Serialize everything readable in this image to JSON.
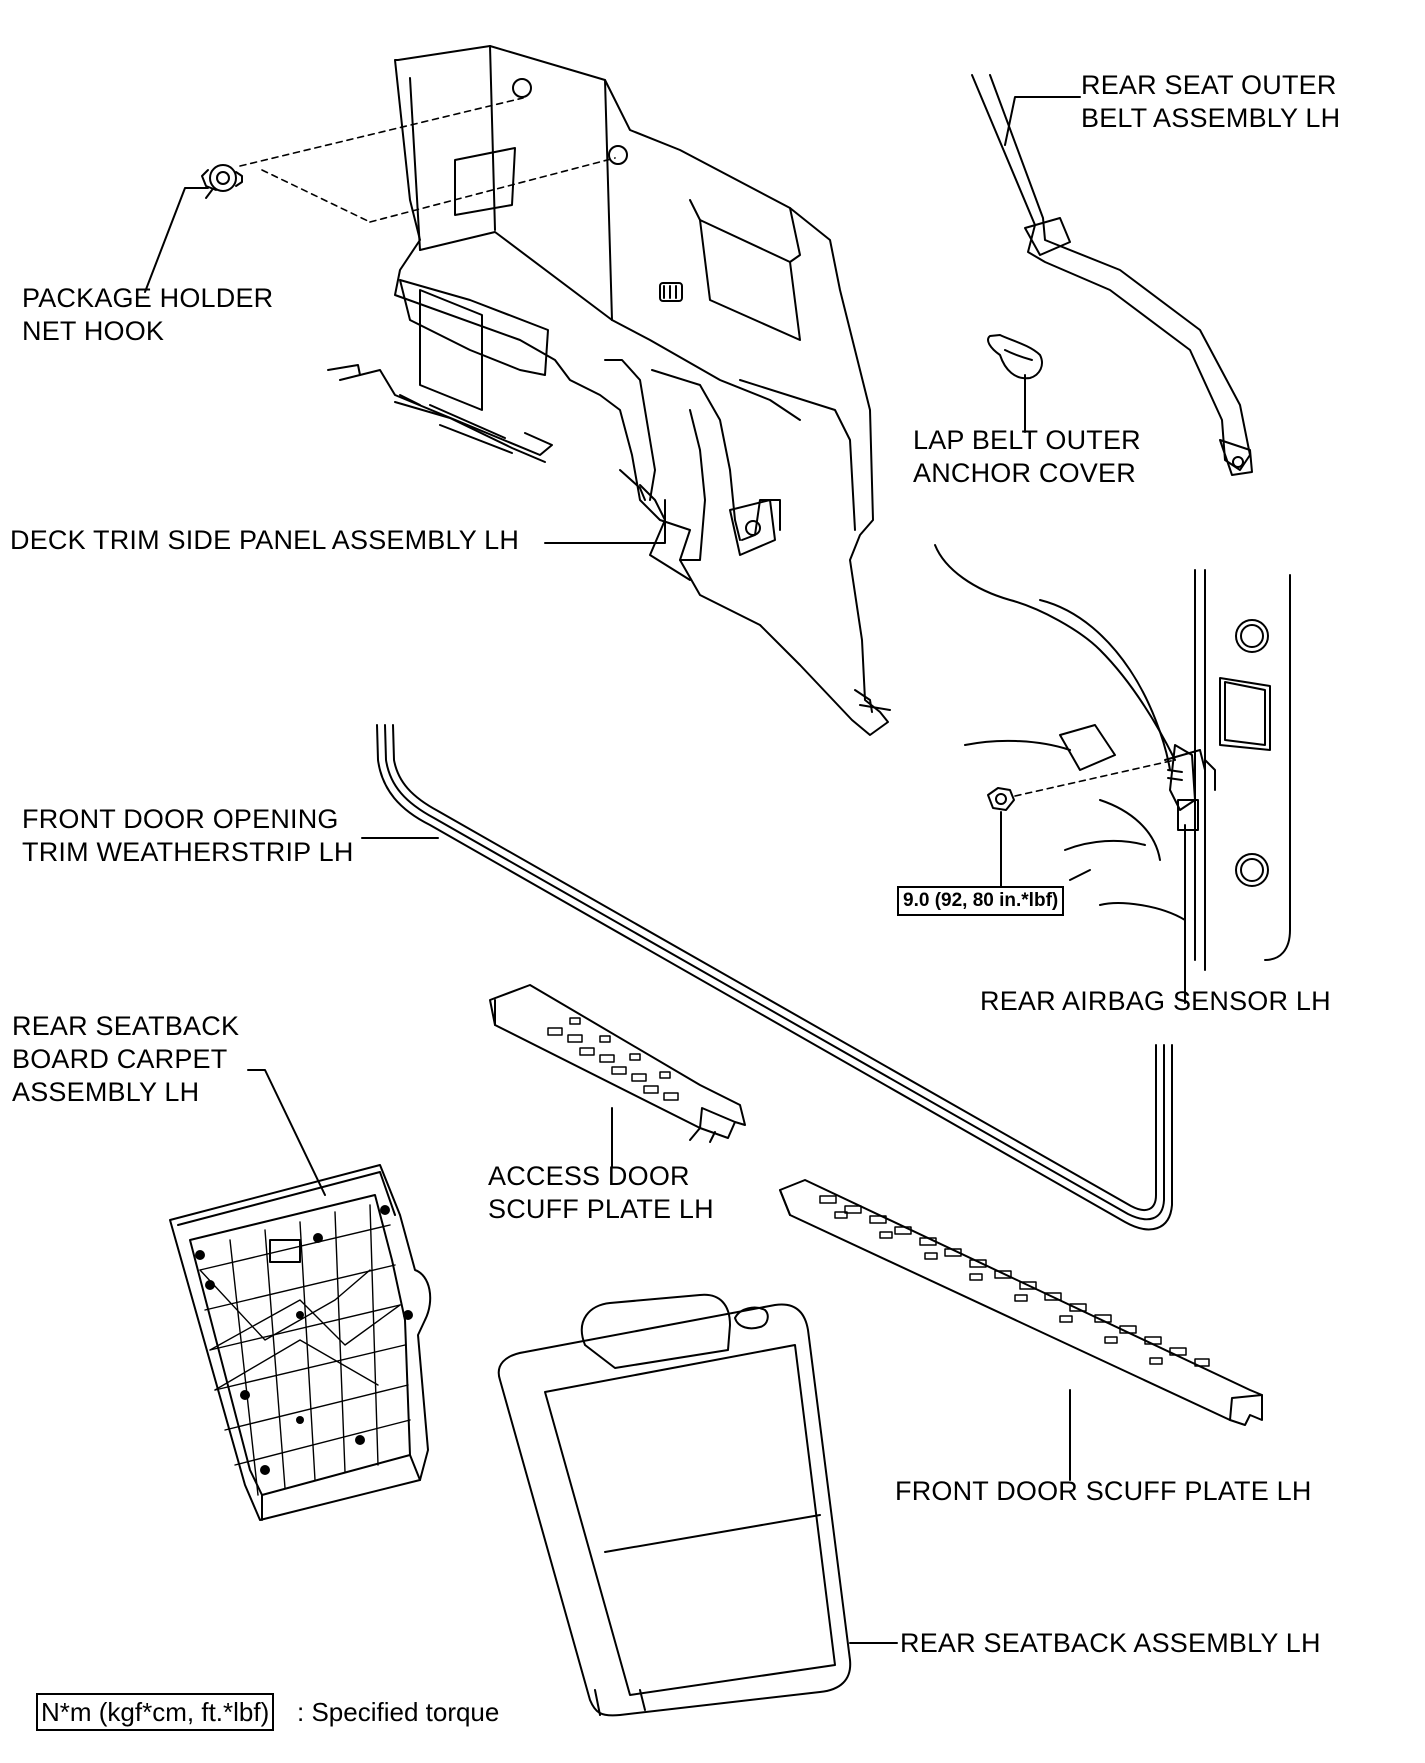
{
  "callouts": {
    "package_holder_net_hook": [
      "PACKAGE HOLDER",
      "NET HOOK"
    ],
    "deck_trim_side_panel": "DECK TRIM SIDE PANEL ASSEMBLY LH",
    "rear_seat_outer_belt": [
      "REAR SEAT OUTER",
      "BELT ASSEMBLY LH"
    ],
    "lap_belt_outer_anchor_cover": [
      "LAP BELT OUTER",
      "ANCHOR COVER"
    ],
    "front_door_opening_weatherstrip": [
      "FRONT DOOR OPENING",
      "TRIM WEATHERSTRIP LH"
    ],
    "rear_airbag_sensor": "REAR AIRBAG SENSOR LH",
    "rear_seatback_board_carpet": [
      "REAR SEATBACK",
      "BOARD CARPET",
      "ASSEMBLY LH"
    ],
    "access_door_scuff_plate": [
      "ACCESS DOOR",
      "SCUFF PLATE LH"
    ],
    "front_door_scuff_plate": "FRONT DOOR SCUFF PLATE LH",
    "rear_seatback_assembly": "REAR SEATBACK ASSEMBLY LH"
  },
  "torque_value": "9.0 (92, 80 in.*lbf)",
  "legend": {
    "unit_box": "N*m (kgf*cm, ft.*lbf)",
    "description": ": Specified torque"
  }
}
